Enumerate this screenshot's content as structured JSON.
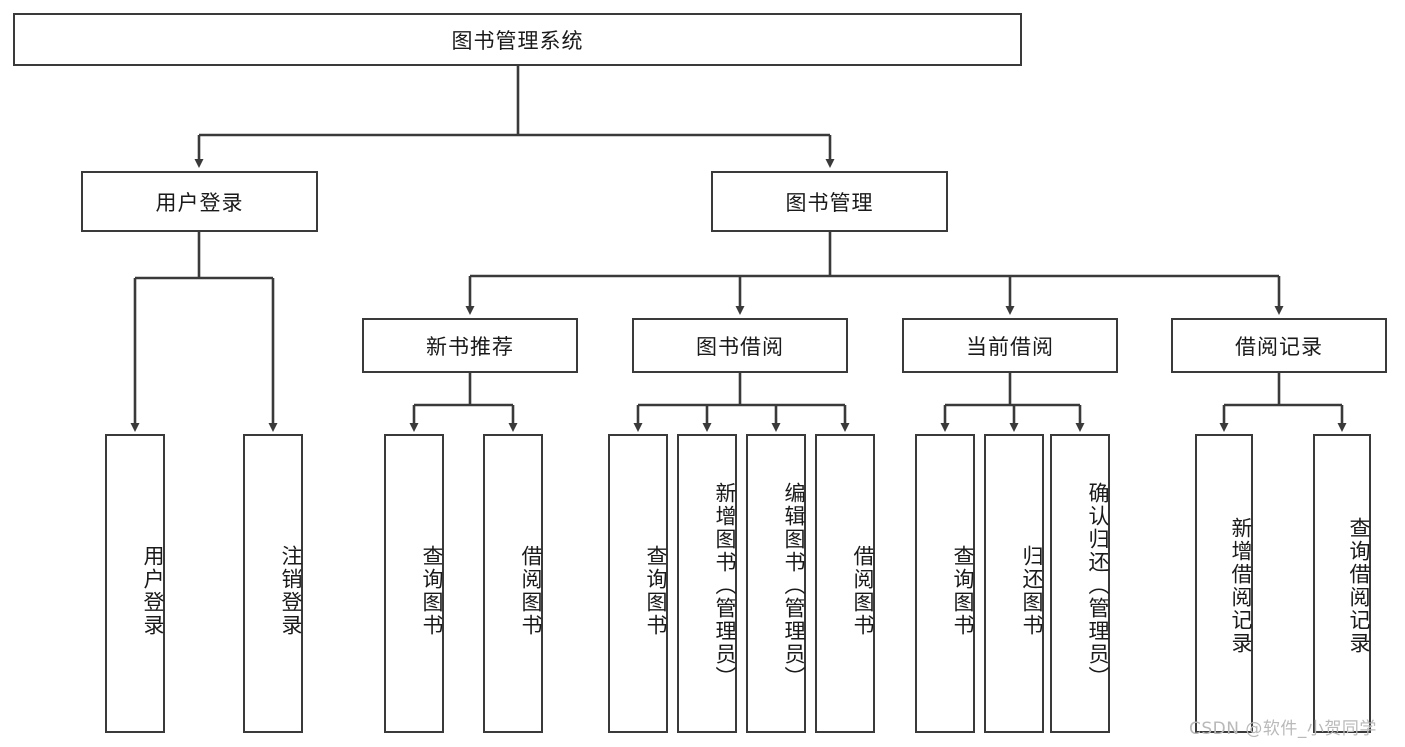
{
  "diagram": {
    "type": "tree-hierarchy-chart",
    "title": "图书管理系统 功能结构图",
    "line_color": "#3a3a3a",
    "box_fill": "#ffffff",
    "text_color": "#1a1a1a",
    "watermark_color": "#b9b9b9",
    "root": {
      "label": "图书管理系统"
    },
    "level2": [
      {
        "label": "用户登录"
      },
      {
        "label": "图书管理"
      }
    ],
    "level3": [
      {
        "label": "新书推荐"
      },
      {
        "label": "图书借阅"
      },
      {
        "label": "当前借阅"
      },
      {
        "label": "借阅记录"
      }
    ],
    "leaves": {
      "user_login": [
        {
          "label": "用户登录"
        },
        {
          "label": "注销登录"
        }
      ],
      "new_book_recommend": [
        {
          "label": "查询图书"
        },
        {
          "label": "借阅图书"
        }
      ],
      "book_borrow": [
        {
          "label": "查询图书"
        },
        {
          "label": "新增图书（管理员）"
        },
        {
          "label": "编辑图书（管理员）"
        },
        {
          "label": "借阅图书"
        }
      ],
      "current_borrow": [
        {
          "label": "查询图书"
        },
        {
          "label": "归还图书"
        },
        {
          "label": "确认归还（管理员）"
        }
      ],
      "borrow_record": [
        {
          "label": "新增借阅记录"
        },
        {
          "label": "查询借阅记录"
        }
      ]
    }
  },
  "watermark": {
    "text": "CSDN @软件_小贺同学"
  }
}
